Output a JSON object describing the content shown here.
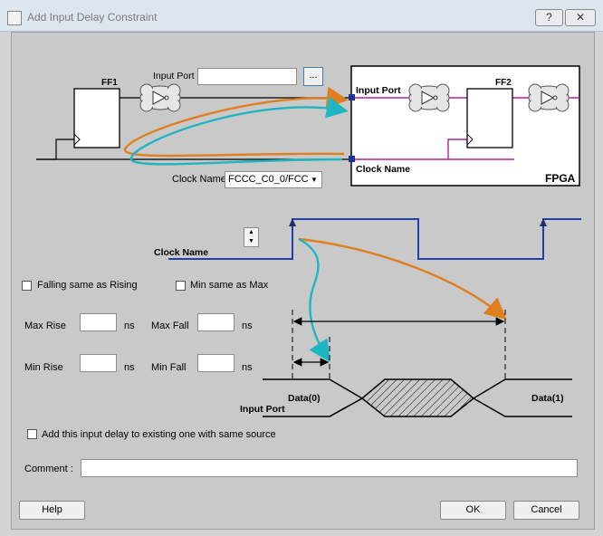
{
  "window": {
    "title": "Add Input Delay Constraint",
    "help_glyph": "?",
    "close_glyph": "✕"
  },
  "diagram": {
    "ff1_label": "FF1",
    "ff2_label": "FF2",
    "input_port_label": "Input Port",
    "browse_label": "...",
    "fpga_input_port_label": "Input Port",
    "fpga_clock_name_label": "Clock Name",
    "fpga_label": "FPGA",
    "clock_name_label": "Clock Name:",
    "clock_name_value": "FCCC_C0_0/FCCC",
    "input_port_value": ""
  },
  "timing": {
    "clock_name_label": "Clock Name",
    "data0_label": "Data(0)",
    "data1_label": "Data(1)",
    "input_port_label": "Input Port"
  },
  "options": {
    "falling_same_label": "Falling same as Rising",
    "min_same_label": "Min same as Max",
    "add_delay_label": "Add this input delay to existing one with same source"
  },
  "delays": {
    "max_rise_label": "Max Rise",
    "max_fall_label": "Max Fall",
    "min_rise_label": "Min Rise",
    "min_fall_label": "Min Fall",
    "unit": "ns",
    "max_rise_value": "",
    "max_fall_value": "",
    "min_rise_value": "",
    "min_fall_value": ""
  },
  "comment": {
    "label": "Comment :",
    "value": ""
  },
  "buttons": {
    "help": "Help",
    "ok": "OK",
    "cancel": "Cancel"
  },
  "colors": {
    "orange_arrow": "#e07f20",
    "teal_arrow": "#20b5c2",
    "magenta_wire": "#b01fa6",
    "clock_wave": "#1f3fb0"
  }
}
